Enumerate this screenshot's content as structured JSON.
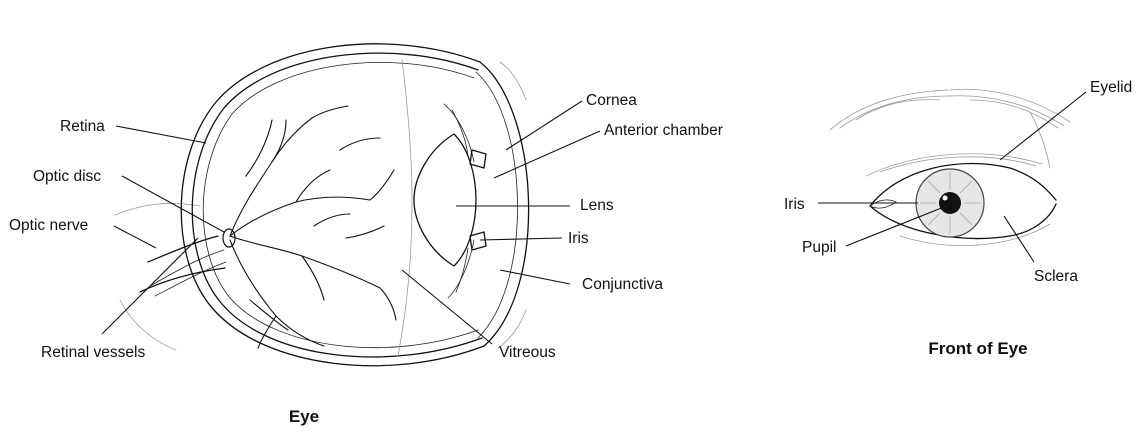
{
  "side_view": {
    "caption": "Eye",
    "labels": {
      "retina": "Retina",
      "optic_disc": "Optic disc",
      "optic_nerve": "Optic nerve",
      "retinal_vessels": "Retinal vessels",
      "cornea": "Cornea",
      "anterior_chamber": "Anterior chamber",
      "lens": "Lens",
      "iris": "Iris",
      "conjunctiva": "Conjunctiva",
      "vitreous": "Vitreous"
    }
  },
  "front_view": {
    "caption": "Front of Eye",
    "labels": {
      "eyelid": "Eyelid",
      "iris": "Iris",
      "pupil": "Pupil",
      "sclera": "Sclera"
    }
  }
}
